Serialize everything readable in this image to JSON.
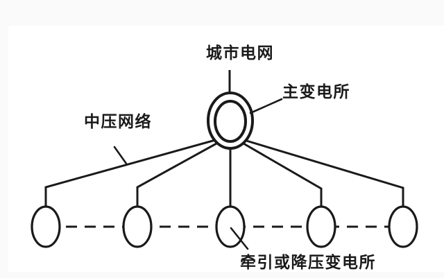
{
  "colors": {
    "background_frame": "#fafafa",
    "canvas": "#ffffff",
    "ink": "#1a1a1a"
  },
  "diagram": {
    "title_label": "城市电网",
    "hub_label": "主变电所",
    "network_label": "中压网络",
    "bottom_label": "牵引或降压变电所",
    "substation_count": 5
  }
}
